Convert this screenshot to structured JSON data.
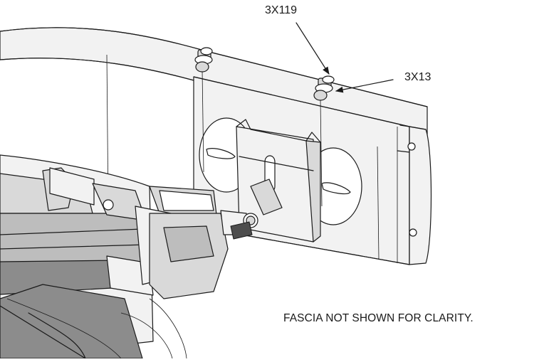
{
  "callouts": {
    "part_3x119": "3X119",
    "part_3x13": "3X13"
  },
  "note": "FASCIA NOT SHOWN FOR CLARITY.",
  "colors": {
    "line": "#1a1a1a",
    "background": "#ffffff"
  }
}
